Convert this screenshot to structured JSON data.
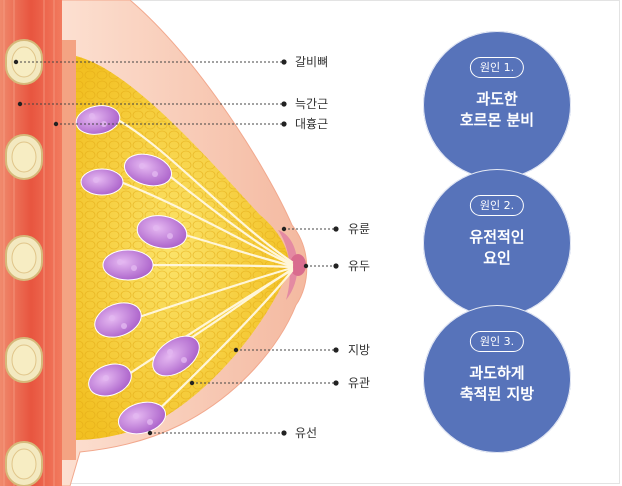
{
  "labels": {
    "rib": "갈비뼈",
    "intercostal": "늑간근",
    "pectoral": "대흉근",
    "areola": "유륜",
    "nipple": "유두",
    "fat": "지방",
    "duct": "유관",
    "gland": "유선"
  },
  "causes": [
    {
      "badge": "원인 1.",
      "line1": "과도한",
      "line2": "호르몬 분비"
    },
    {
      "badge": "원인 2.",
      "line1": "유전적인",
      "line2": "요인"
    },
    {
      "badge": "원인 3.",
      "line1": "과도하게",
      "line2": "축적된 지방"
    }
  ],
  "colors": {
    "circle": "#5773ba",
    "muscle": "#e8553f",
    "fat": "#f7d33c",
    "lobule": "#b46fd1",
    "skin": "#f8cbb5"
  }
}
